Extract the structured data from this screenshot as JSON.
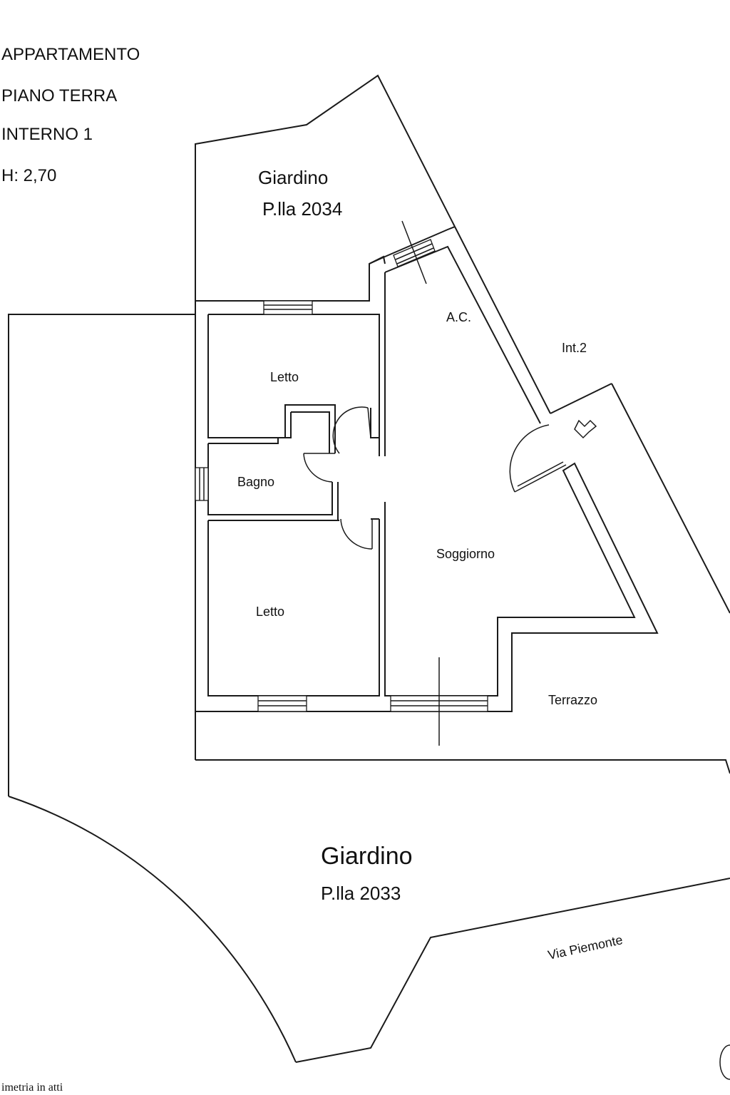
{
  "header": {
    "line1": "APPARTAMENTO",
    "line2": "PIANO TERRA",
    "line3": "INTERNO 1",
    "line4": "H: 2,70"
  },
  "labels": {
    "giardino_top": "Giardino",
    "particella_top": "P.lla 2034",
    "ac": "A.C.",
    "int2": "Int.2",
    "letto_top": "Letto",
    "bagno": "Bagno",
    "soggiorno": "Soggiorno",
    "letto_bottom": "Letto",
    "terrazzo": "Terrazzo",
    "giardino_bottom": "Giardino",
    "particella_bottom": "P.lla 2033",
    "via": "Via Piemonte"
  },
  "footer": {
    "note": "imetria in atti"
  }
}
